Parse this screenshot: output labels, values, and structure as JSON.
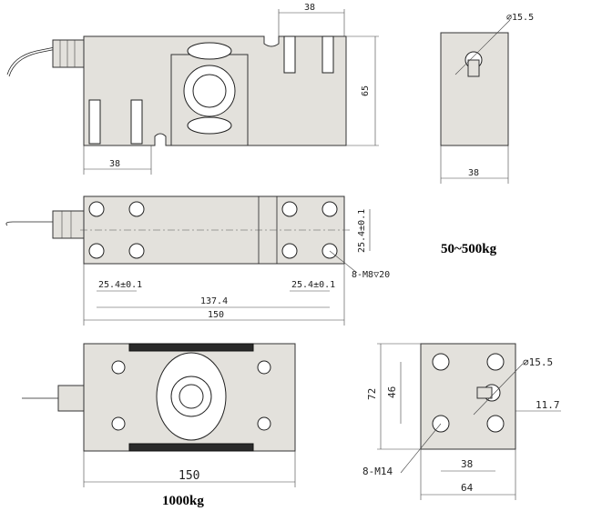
{
  "labels": {
    "top_view_width": "38",
    "top_view_height": "65",
    "top_view_bottom": "38",
    "side_dia": "⌀15.5",
    "side_width": "38",
    "mid_vert": "25.4±0.1",
    "mid_left": "25.4±0.1",
    "mid_right": "25.4±0.1",
    "mid_1374": "137.4",
    "mid_150": "150",
    "mid_hole": "8-M8▽20",
    "cap_small": "50~500kg",
    "bot_150": "150",
    "cap_big": "1000kg",
    "br_dia": "⌀15.5",
    "br_117": "11.7",
    "br_72": "72",
    "br_46": "46",
    "br_hole": "8-M14",
    "br_38": "38",
    "br_64": "64"
  }
}
